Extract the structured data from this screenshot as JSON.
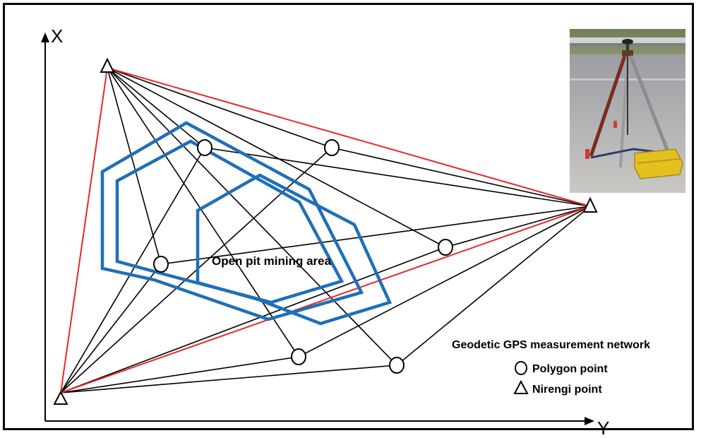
{
  "axes": {
    "x_label": "X",
    "y_label": "Y"
  },
  "area_label": "Open pit mining area",
  "legend": {
    "title": "Geodetic GPS measurement network",
    "polygon_label": "Polygon point",
    "nirengi_label": "Nirengi point"
  },
  "colors": {
    "network_line": "#000000",
    "nirengi_line": "#e8272b",
    "mining_area": "#1f6fb8"
  },
  "photo": {
    "icon": "gps-tripod-photo"
  }
}
